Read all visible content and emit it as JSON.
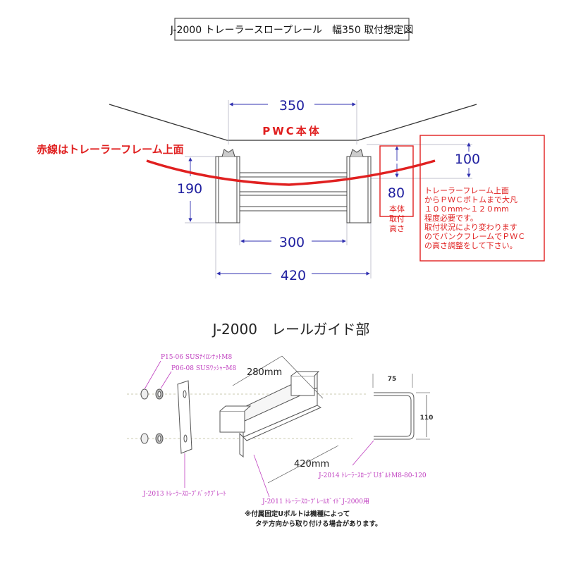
{
  "title": "J-2000 トレーラースロープレール　幅350 取付想定図",
  "top_diagram": {
    "dim_width_top": "350",
    "pwc_label": "PWC本体",
    "red_line_note": "赤線はトレーラーフレーム上面",
    "dim_height": "190",
    "dim_inner": "300",
    "dim_outer": "420",
    "dim_mount_height": "80",
    "mount_height_label": [
      "本体",
      "取付",
      "高さ"
    ],
    "dim_clearance": "100",
    "note_lines": [
      "トレーラーフレーム上面",
      "からＰＷＣボトムまで大凡",
      "１００mm～１２０mm",
      "程度必要です。",
      "取付状況により変わります",
      "のでバンクフレームでＰＷＣ",
      "の高さ調整をして下さい。"
    ]
  },
  "bottom_diagram": {
    "title": "J-2000　レールガイド部",
    "parts": {
      "nut": "P15-06  SUSﾅｲﾛﾝﾅｯﾄM8",
      "washer": "P06-08  SUSﾜｯｼｬｰM8",
      "back_plate": "J-2013  ﾄﾚｰﾗｰｽﾛｰﾌﾟﾊﾞｯｸﾌﾟﾚｰﾄ",
      "rail_guide": "J-2011  ﾄﾚｰﾗｰｽﾛｰﾌﾟﾚｰﾙｶﾞｲﾄﾞJ-2000用",
      "u_bolt": "J-2014  ﾄﾚｰﾗｰｽﾛｰﾌﾟUﾎﾞﾙﾄM8-80-120"
    },
    "dim_280": "280mm",
    "dim_420": "420mm",
    "dim_75": "75",
    "dim_110": "110",
    "footnote": [
      "※付属固定Uボルトは機種によって",
      "タテ方向から取り付ける場合があります。"
    ]
  },
  "colors": {
    "red": "#e02020",
    "dimension": "#2020a0",
    "label": "#c040c0",
    "line": "#333333"
  }
}
